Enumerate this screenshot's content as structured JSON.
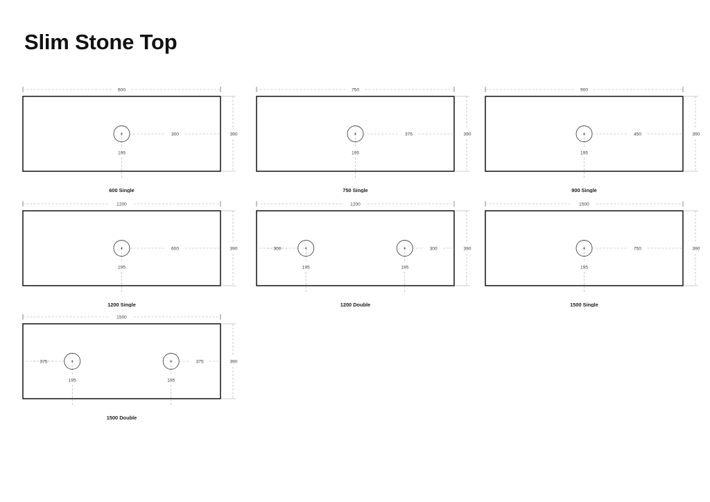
{
  "page": {
    "title": "Slim Stone Top",
    "background_color": "#ffffff",
    "outline_color": "#1f1f1f",
    "dimension_color": "#9a9a9a",
    "text_color": "#1a1a1a"
  },
  "units": "mm",
  "drawings": [
    {
      "id": "600-single",
      "caption": "600 Single",
      "width_label": "600",
      "depth_label": "390",
      "basin_count": 1,
      "basins": [
        {
          "h_dim_label": "300",
          "h_dim_side": "right",
          "v_dim_label": "195",
          "center_x_ratio": 0.5,
          "center_y_ratio": 0.5
        }
      ]
    },
    {
      "id": "750-single",
      "caption": "750 Single",
      "width_label": "750",
      "depth_label": "390",
      "basin_count": 1,
      "basins": [
        {
          "h_dim_label": "375",
          "h_dim_side": "right",
          "v_dim_label": "195",
          "center_x_ratio": 0.5,
          "center_y_ratio": 0.5
        }
      ]
    },
    {
      "id": "900-single",
      "caption": "900 Single",
      "width_label": "900",
      "depth_label": "390",
      "basin_count": 1,
      "basins": [
        {
          "h_dim_label": "450",
          "h_dim_side": "right",
          "v_dim_label": "195",
          "center_x_ratio": 0.5,
          "center_y_ratio": 0.5
        }
      ]
    },
    {
      "id": "1200-single",
      "caption": "1200 Single",
      "width_label": "1200",
      "depth_label": "390",
      "basin_count": 1,
      "basins": [
        {
          "h_dim_label": "600",
          "h_dim_side": "right",
          "v_dim_label": "195",
          "center_x_ratio": 0.5,
          "center_y_ratio": 0.5
        }
      ]
    },
    {
      "id": "1200-double",
      "caption": "1200 Double",
      "width_label": "1200",
      "depth_label": "390",
      "basin_count": 2,
      "basins": [
        {
          "h_dim_label": "300",
          "h_dim_side": "left",
          "v_dim_label": "195",
          "center_x_ratio": 0.25,
          "center_y_ratio": 0.5
        },
        {
          "h_dim_label": "300",
          "h_dim_side": "right",
          "v_dim_label": "195",
          "center_x_ratio": 0.75,
          "center_y_ratio": 0.5
        }
      ]
    },
    {
      "id": "1500-single",
      "caption": "1500 Single",
      "width_label": "1500",
      "depth_label": "390",
      "basin_count": 1,
      "basins": [
        {
          "h_dim_label": "750",
          "h_dim_side": "right",
          "v_dim_label": "195",
          "center_x_ratio": 0.5,
          "center_y_ratio": 0.5
        }
      ]
    },
    {
      "id": "1500-double",
      "caption": "1500 Double",
      "width_label": "1500",
      "depth_label": "390",
      "basin_count": 2,
      "basins": [
        {
          "h_dim_label": "375",
          "h_dim_side": "left",
          "v_dim_label": "195",
          "center_x_ratio": 0.25,
          "center_y_ratio": 0.5
        },
        {
          "h_dim_label": "375",
          "h_dim_side": "right",
          "v_dim_label": "195",
          "center_x_ratio": 0.75,
          "center_y_ratio": 0.5
        }
      ]
    }
  ]
}
